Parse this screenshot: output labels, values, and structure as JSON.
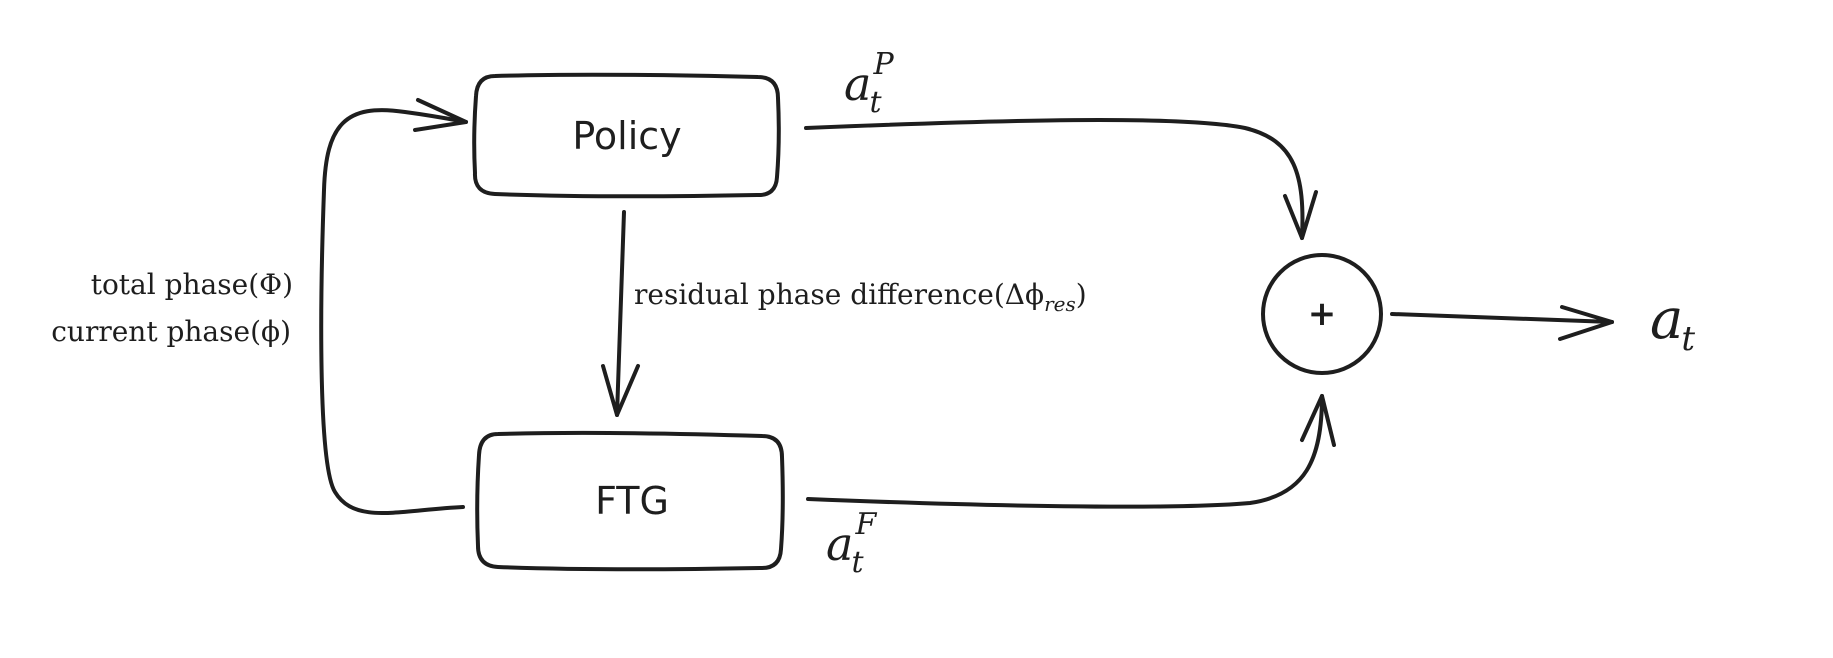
{
  "nodes": {
    "policy": {
      "label": "Policy"
    },
    "ftg": {
      "label": "FTG"
    },
    "sum": {
      "label": "+"
    }
  },
  "edges": {
    "feedback": {
      "line1": "total phase(Φ)",
      "line2": "current phase(ϕ)"
    },
    "policy_to_ftg": {
      "label_main": "residual phase difference(Δϕ",
      "label_sub": "res",
      "label_close": ")"
    },
    "policy_to_sum": {
      "base": "a",
      "sub": "t",
      "sup": "P"
    },
    "ftg_to_sum": {
      "base": "a",
      "sub": "t",
      "sup": "F"
    },
    "output": {
      "base": "a",
      "sub": "t"
    }
  }
}
